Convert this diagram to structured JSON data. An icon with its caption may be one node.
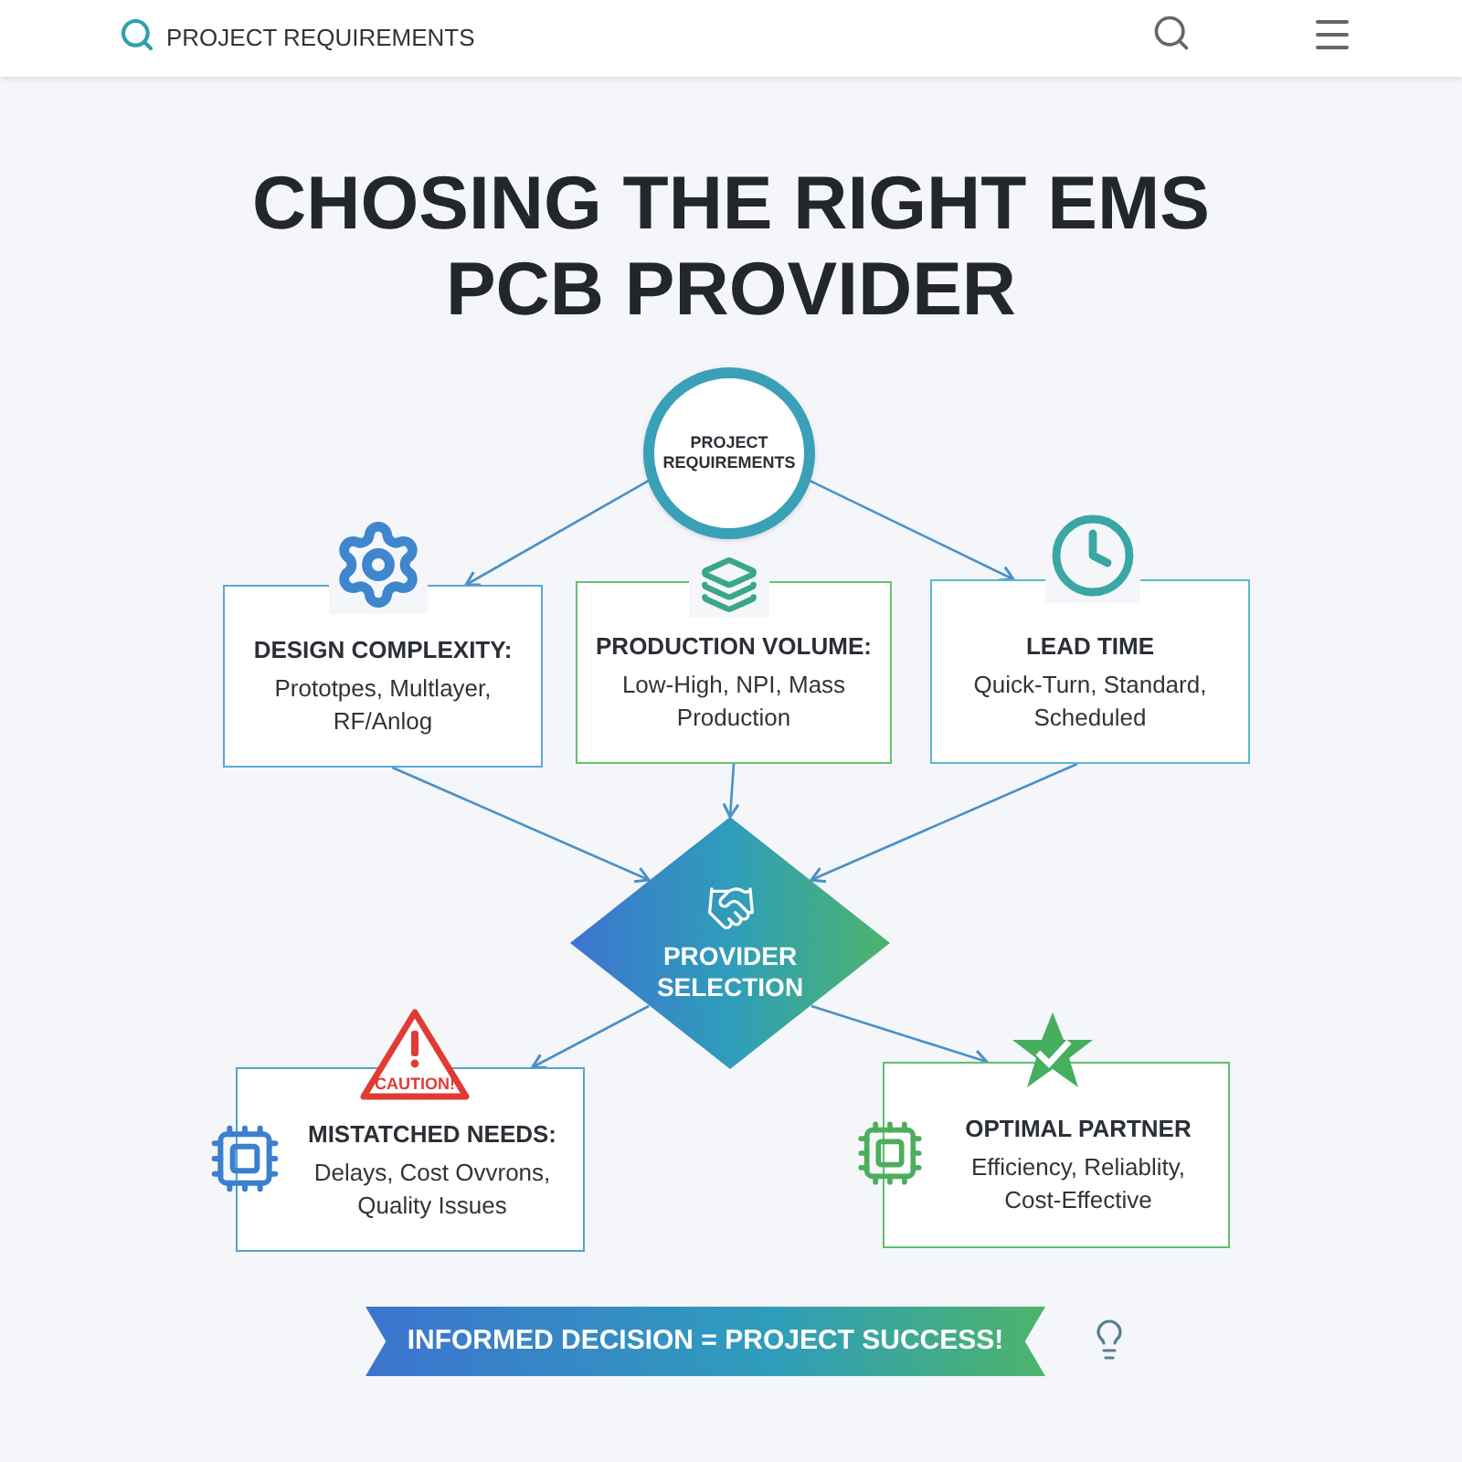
{
  "diagram": {
    "title": "CHOSING THE RIGHT EMS PCB PROVIDER",
    "nodes": [
      {
        "text": [
          "PROJECT REQUIREMENTS"
        ]
      },
      {
        "text": [
          "DESIGN COMPLEXITY:",
          "Prototpes, Multlayer, RF/Anlog"
        ]
      },
      {
        "text": [
          "PRODUCTION VOLUME:",
          "Low-High, NPI, Mass Production"
        ]
      },
      {
        "text": [
          "LEAD TIME",
          "Quick-Turn, Standard, Scheduled"
        ]
      },
      {
        "text": [
          "PROVIDER SELECTION"
        ]
      },
      {
        "text": [
          "MISTATCHED NEEDS:",
          "Delays, Cost Ovvrons, Quality Issues"
        ]
      },
      {
        "text": [
          "OPTIMAL PARTNER",
          "Efficiency, Reliablity, Cost-Effective"
        ]
      },
      {
        "text": [
          "INFORMED DECISION = PROJECT SUCCESS!"
        ]
      }
    ],
    "edges": [
      {
        "from": 0,
        "to": 1,
        "arrow": "to"
      },
      {
        "from": 0,
        "to": 3,
        "arrow": "to"
      },
      {
        "from": 1,
        "to": 4,
        "arrow": "to"
      },
      {
        "from": 2,
        "to": 4,
        "arrow": "to"
      },
      {
        "from": 3,
        "to": 4,
        "arrow": "to"
      },
      {
        "from": 4,
        "to": 5,
        "arrow": "to"
      },
      {
        "from": 4,
        "to": 6,
        "arrow": "to"
      }
    ],
    "labels": [
      "PROJECT REQUIREMENTS",
      "CAUTION!"
    ]
  }
}
